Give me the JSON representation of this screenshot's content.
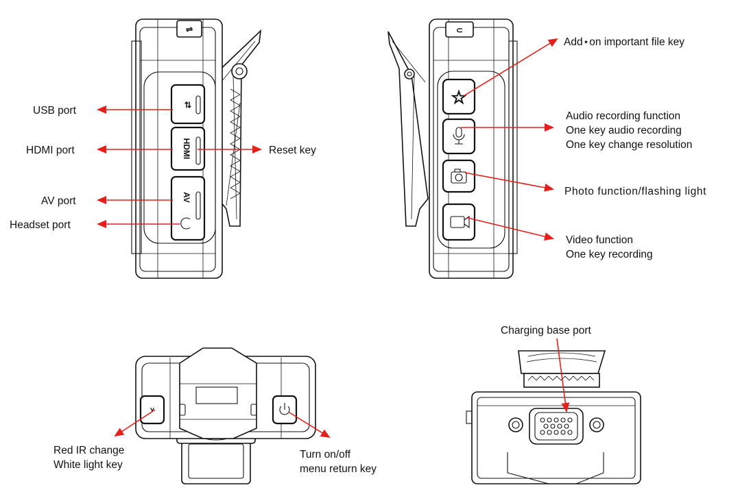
{
  "side_left": {
    "usb_port": "USB port",
    "hdmi_port": "HDMI port",
    "reset_key": "Reset key",
    "av_port": "AV port",
    "headset_port": "Headset port",
    "hdmi_button_text": "HDMI",
    "av_button_text": "AV"
  },
  "side_right": {
    "add_on_key": "Add⋆on important file key",
    "audio_line1": "Audio recording function",
    "audio_line2": "One key audio recording",
    "audio_line3": "One key change resolution",
    "photo": "Photo function/flashing light",
    "video_line1": "Video function",
    "video_line2": "One key recording"
  },
  "top_view": {
    "ir_line1": "Red IR change",
    "ir_line2": "White light key",
    "power_line1": "Turn on/off",
    "power_line2": "menu return key"
  },
  "bottom_view": {
    "charging_base_port": "Charging base port"
  },
  "colors": {
    "arrow": "#e3201b",
    "line": "#111111"
  }
}
